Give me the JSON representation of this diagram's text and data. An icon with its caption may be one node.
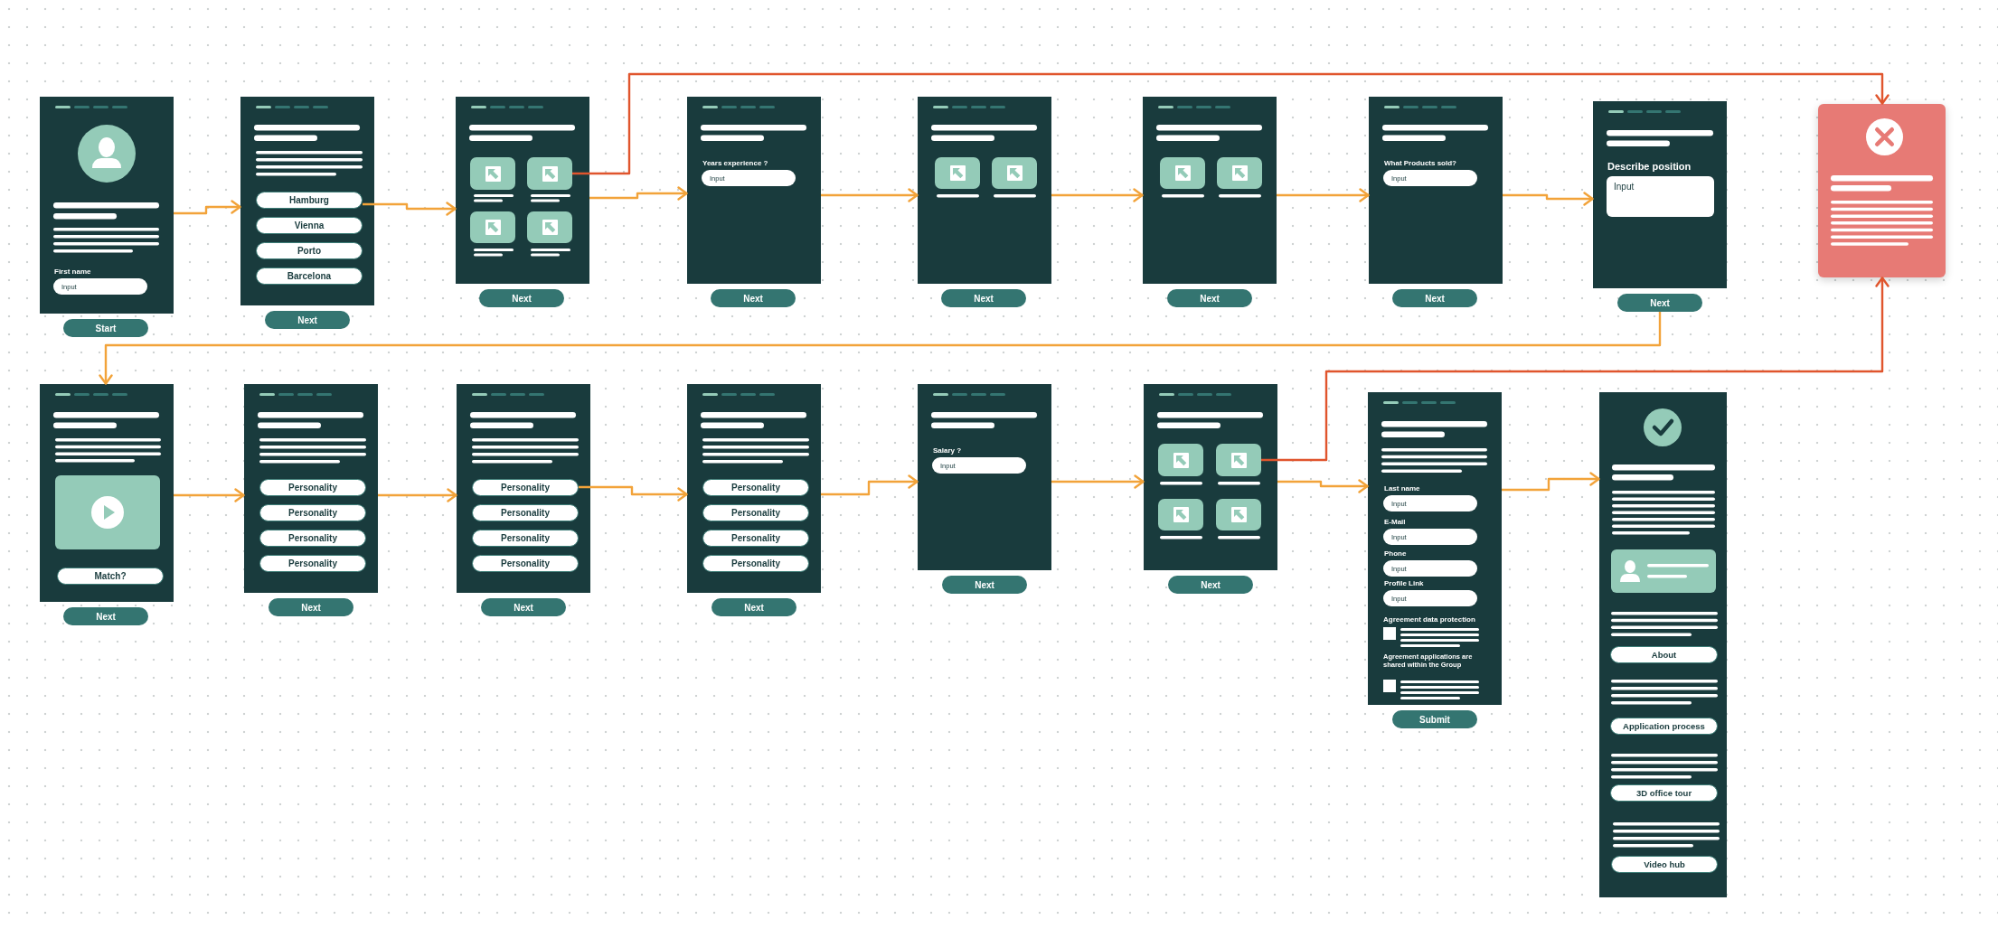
{
  "diagram": {
    "nodes": [
      {
        "text": [
          "First name"
        ]
      },
      {
        "text": [
          "Input"
        ],
        "in": 0
      },
      {
        "text": [
          "Start"
        ]
      },
      {
        "text": [],
        "shape": "box"
      },
      {
        "text": [
          "Hamburg"
        ],
        "in": 3
      },
      {
        "text": [
          "Vienna"
        ],
        "in": 3
      },
      {
        "text": [
          "Porto"
        ],
        "in": 3
      },
      {
        "text": [
          "Barcelona"
        ],
        "in": 3
      },
      {
        "text": [
          "Next"
        ]
      },
      {
        "text": [],
        "shape": "box"
      },
      {
        "text": [],
        "shape": "picture",
        "in": 9
      },
      {
        "text": [],
        "shape": "picture",
        "in": 9
      },
      {
        "text": [],
        "shape": "picture",
        "in": 9
      },
      {
        "text": [],
        "shape": "picture",
        "in": 9
      },
      {
        "text": [
          "Next"
        ]
      },
      {
        "text": [
          "Years experience ?"
        ]
      },
      {
        "text": [
          "Input"
        ],
        "in": 15
      },
      {
        "text": [
          "Next"
        ]
      },
      {
        "text": [],
        "shape": "box"
      },
      {
        "text": [],
        "shape": "picture",
        "in": 18
      },
      {
        "text": [],
        "shape": "picture",
        "in": 18
      },
      {
        "text": [
          "Next"
        ]
      },
      {
        "text": [],
        "shape": "box"
      },
      {
        "text": [],
        "shape": "picture",
        "in": 22
      },
      {
        "text": [],
        "shape": "picture",
        "in": 22
      },
      {
        "text": [
          "Next"
        ]
      },
      {
        "text": [
          "What Products sold?"
        ]
      },
      {
        "text": [
          "Input"
        ],
        "in": 26
      },
      {
        "text": [
          "Next"
        ]
      },
      {
        "text": [
          "Describe position"
        ]
      },
      {
        "text": [
          "Input"
        ],
        "in": 29
      },
      {
        "text": [
          "Next"
        ]
      },
      {
        "text": [],
        "shape": "box"
      },
      {
        "text": [],
        "shape": "box"
      },
      {
        "text": [
          "Match?"
        ],
        "in": 33
      },
      {
        "text": [
          "Next"
        ]
      },
      {
        "text": [],
        "shape": "box"
      },
      {
        "text": [
          "Personality"
        ],
        "in": 36
      },
      {
        "text": [
          "Personality"
        ],
        "in": 36
      },
      {
        "text": [
          "Personality"
        ],
        "in": 36
      },
      {
        "text": [
          "Personality"
        ],
        "in": 36
      },
      {
        "text": [
          "Next"
        ]
      },
      {
        "text": [],
        "shape": "box"
      },
      {
        "text": [
          "Personality"
        ],
        "in": 42
      },
      {
        "text": [
          "Personality"
        ],
        "in": 42
      },
      {
        "text": [
          "Personality"
        ],
        "in": 42
      },
      {
        "text": [
          "Personality"
        ],
        "in": 42
      },
      {
        "text": [
          "Next"
        ]
      },
      {
        "text": [],
        "shape": "box"
      },
      {
        "text": [
          "Personality"
        ],
        "in": 48
      },
      {
        "text": [
          "Personality"
        ],
        "in": 48
      },
      {
        "text": [
          "Personality"
        ],
        "in": 48
      },
      {
        "text": [
          "Personality"
        ],
        "in": 48
      },
      {
        "text": [
          "Next"
        ]
      },
      {
        "text": [
          "Salary ?"
        ]
      },
      {
        "text": [
          "Input"
        ],
        "in": 54
      },
      {
        "text": [
          "Next"
        ]
      },
      {
        "text": [],
        "shape": "box"
      },
      {
        "text": [],
        "shape": "picture",
        "in": 57
      },
      {
        "text": [],
        "shape": "picture",
        "in": 57
      },
      {
        "text": [],
        "shape": "picture",
        "in": 57
      },
      {
        "text": [],
        "shape": "picture",
        "in": 57
      },
      {
        "text": [
          "Next"
        ]
      },
      {
        "text": [
          "Last name",
          "E-Mail",
          "Phone",
          "Profile Link",
          "Agreement data protection",
          "Agreement applications are shared within the Group"
        ]
      },
      {
        "text": [
          "Input"
        ],
        "in": 63
      },
      {
        "text": [
          "Input"
        ],
        "in": 63
      },
      {
        "text": [
          "Input"
        ],
        "in": 63
      },
      {
        "text": [
          "Input"
        ],
        "in": 63
      },
      {
        "text": [
          "Submit"
        ]
      },
      {
        "text": [],
        "shape": "box"
      },
      {
        "text": [
          "About"
        ],
        "in": 69
      },
      {
        "text": [
          "Application process"
        ],
        "in": 69
      },
      {
        "text": [
          "3D office tour"
        ],
        "in": 69
      },
      {
        "text": [
          "Video hub"
        ],
        "in": 69
      }
    ],
    "edges": [
      {
        "from": 0,
        "to": 3,
        "arrow": "to"
      },
      {
        "from": 4,
        "to": 9,
        "arrow": "to"
      },
      {
        "from": 9,
        "to": 15,
        "arrow": "to"
      },
      {
        "from": 11,
        "to": 32,
        "arrow": "to",
        "color": "#e0552d"
      },
      {
        "from": 15,
        "to": 18,
        "arrow": "to"
      },
      {
        "from": 18,
        "to": 22,
        "arrow": "to"
      },
      {
        "from": 22,
        "to": 26,
        "arrow": "to"
      },
      {
        "from": 26,
        "to": 29,
        "arrow": "to"
      },
      {
        "from": 31,
        "to": 33,
        "arrow": "to"
      },
      {
        "from": 33,
        "to": 36,
        "arrow": "to"
      },
      {
        "from": 36,
        "to": 42,
        "arrow": "to"
      },
      {
        "from": 43,
        "to": 48,
        "arrow": "to"
      },
      {
        "from": 48,
        "to": 54,
        "arrow": "to"
      },
      {
        "from": 54,
        "to": 57,
        "arrow": "to"
      },
      {
        "from": 59,
        "to": 32,
        "arrow": "to",
        "color": "#e0552d"
      },
      {
        "from": 57,
        "to": 63,
        "arrow": "to"
      },
      {
        "from": 63,
        "to": 69,
        "arrow": "to"
      }
    ]
  }
}
